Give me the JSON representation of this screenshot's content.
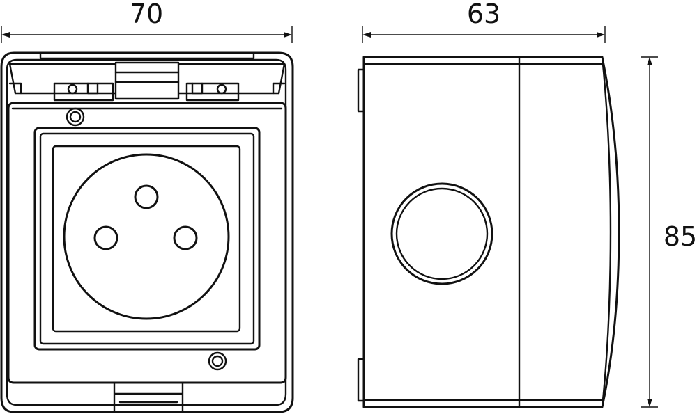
{
  "dimensions": {
    "width": "70",
    "depth": "63",
    "height": "85"
  }
}
